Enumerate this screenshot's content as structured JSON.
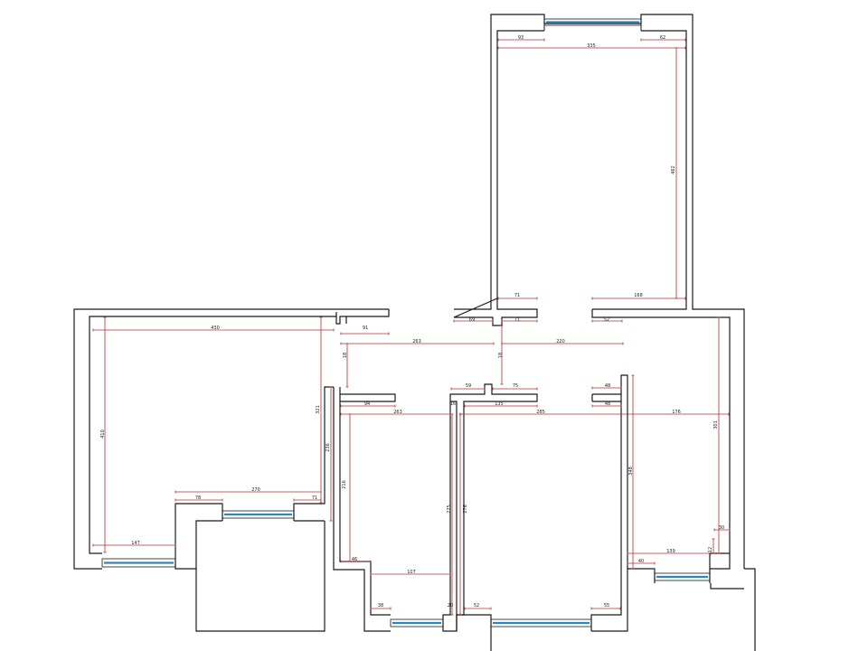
{
  "plan": {
    "colors": {
      "wall": "#1a1a1a",
      "dimension": "#b03030",
      "window_glass": "#2e86c1",
      "background": "#ffffff"
    },
    "dimensions": {
      "top_left_93": "93",
      "top_right_62": "62",
      "top_width_335": "335",
      "top_height_462": "462",
      "top_bottom_71": "71",
      "top_bottom_168": "168",
      "corr_69": "69",
      "corr_71": "71",
      "corr_52": "52",
      "left_430": "430",
      "left_height_410": "410",
      "left_91": "91",
      "left_18": "18",
      "corr_263": "263",
      "corr_220": "220",
      "mid_18": "18",
      "mid_59": "59",
      "mid_75": "75",
      "mid_135": "135",
      "left_321": "321",
      "left_236": "236",
      "left_270": "270",
      "left_78": "78",
      "left_71": "71",
      "left_147": "147",
      "b1_94": "94",
      "b1_263": "263",
      "b1_216": "216",
      "b1_46": "46",
      "b1_107": "107",
      "b1_38": "38",
      "b2_275": "275",
      "b2_276": "276",
      "b2_16": "16",
      "b2_20": "20",
      "b2_52": "52",
      "b2_285": "285",
      "b2_55": "55",
      "b3_48a": "48",
      "b3_48b": "48",
      "b3_348": "348",
      "b3_176": "176",
      "b3_301": "301",
      "b3_30": "30",
      "b3_139": "139",
      "b3_12": "12",
      "b3_40": "40"
    }
  }
}
